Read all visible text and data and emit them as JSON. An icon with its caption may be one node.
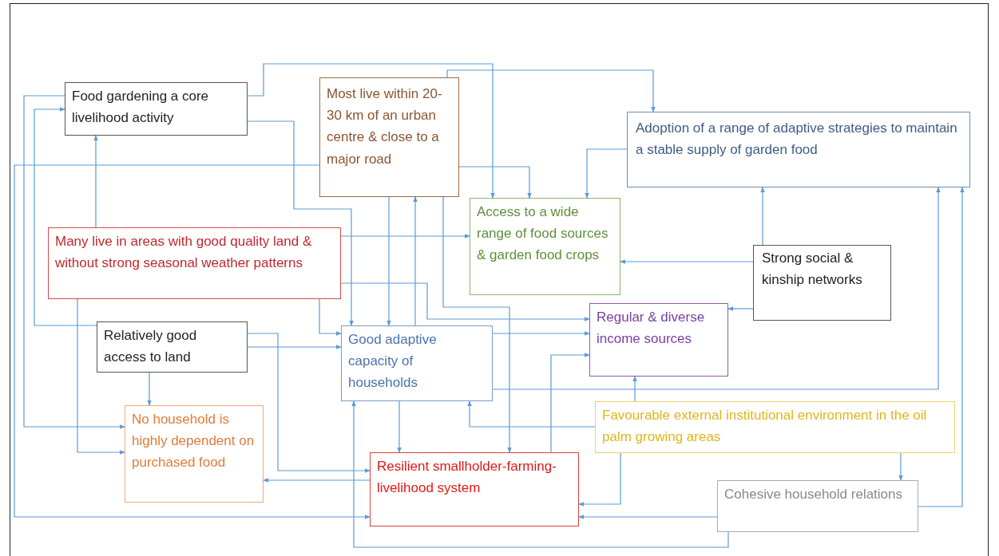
{
  "diagram": {
    "nodes": [
      {
        "text": [
          "Food gardening a core livelihood activity"
        ]
      },
      {
        "text": [
          "Most live within 20-30 km of an urban centre  & close to a major road"
        ]
      },
      {
        "text": [
          "Adoption  of a range of adaptive strategies to maintain a stable supply of garden food"
        ]
      },
      {
        "text": [
          "Access to a wide range of food sources & garden food crops"
        ]
      },
      {
        "text": [
          "Many  live in areas with good quality land &  without strong seasonal weather patterns"
        ]
      },
      {
        "text": [
          "Strong social & kinship networks"
        ]
      },
      {
        "text": [
          "Regular & diverse income sources"
        ]
      },
      {
        "text": [
          "Relatively good access to land"
        ]
      },
      {
        "text": [
          "Good adaptive capacity of households"
        ]
      },
      {
        "text": [
          "No household is highly dependent on purchased food"
        ]
      },
      {
        "text": [
          "Favourable external institutional environment in the oil palm growing areas"
        ]
      },
      {
        "text": [
          "Resilient smallholder-farming-livelihood system"
        ]
      },
      {
        "text": [
          "Cohesive household relations"
        ]
      }
    ],
    "edges": [
      {
        "from": 7,
        "to": 0,
        "arrow": "to"
      },
      {
        "from": 4,
        "to": 0,
        "arrow": "to"
      },
      {
        "from": 0,
        "to": 3,
        "arrow": "to"
      },
      {
        "from": 0,
        "to": 8,
        "arrow": "to"
      },
      {
        "from": 1,
        "to": 3,
        "arrow": "to"
      },
      {
        "from": 2,
        "to": 3,
        "arrow": "to"
      },
      {
        "from": 1,
        "to": 2,
        "arrow": "to"
      },
      {
        "from": 4,
        "to": 3,
        "arrow": "to"
      },
      {
        "from": 5,
        "to": 3,
        "arrow": "to"
      },
      {
        "from": 5,
        "to": 2,
        "arrow": "to"
      },
      {
        "from": 5,
        "to": 6,
        "arrow": "to"
      },
      {
        "from": 12,
        "to": 2,
        "arrow": "to"
      },
      {
        "from": 1,
        "to": 8,
        "arrow": "to"
      },
      {
        "from": 8,
        "to": 1,
        "arrow": "to"
      },
      {
        "from": 1,
        "to": 11,
        "arrow": "to"
      },
      {
        "from": 8,
        "to": 11,
        "arrow": "to"
      },
      {
        "from": 8,
        "to": 6,
        "arrow": "to"
      },
      {
        "from": 4,
        "to": 8,
        "arrow": "to"
      },
      {
        "from": 7,
        "to": 8,
        "arrow": "to"
      },
      {
        "from": 7,
        "to": 9,
        "arrow": "to"
      },
      {
        "from": 7,
        "to": 11,
        "arrow": "to"
      },
      {
        "from": 4,
        "to": 9,
        "arrow": "to"
      },
      {
        "from": 11,
        "to": 9,
        "arrow": "to"
      },
      {
        "from": 4,
        "to": 6,
        "arrow": "to"
      },
      {
        "from": 10,
        "to": 8,
        "arrow": "to"
      },
      {
        "from": 10,
        "to": 6,
        "arrow": "to"
      },
      {
        "from": 10,
        "to": 12,
        "arrow": "to"
      },
      {
        "from": 10,
        "to": 11,
        "arrow": "to"
      },
      {
        "from": 12,
        "to": 11,
        "arrow": "to"
      },
      {
        "from": 11,
        "to": 6,
        "arrow": "to"
      },
      {
        "from": 8,
        "to": 2,
        "arrow": "to"
      },
      {
        "from": 12,
        "to": 8,
        "arrow": "to"
      },
      {
        "from": 1,
        "to": 11,
        "arrow": "to"
      },
      {
        "from": 0,
        "to": 9,
        "arrow": "to"
      }
    ]
  }
}
